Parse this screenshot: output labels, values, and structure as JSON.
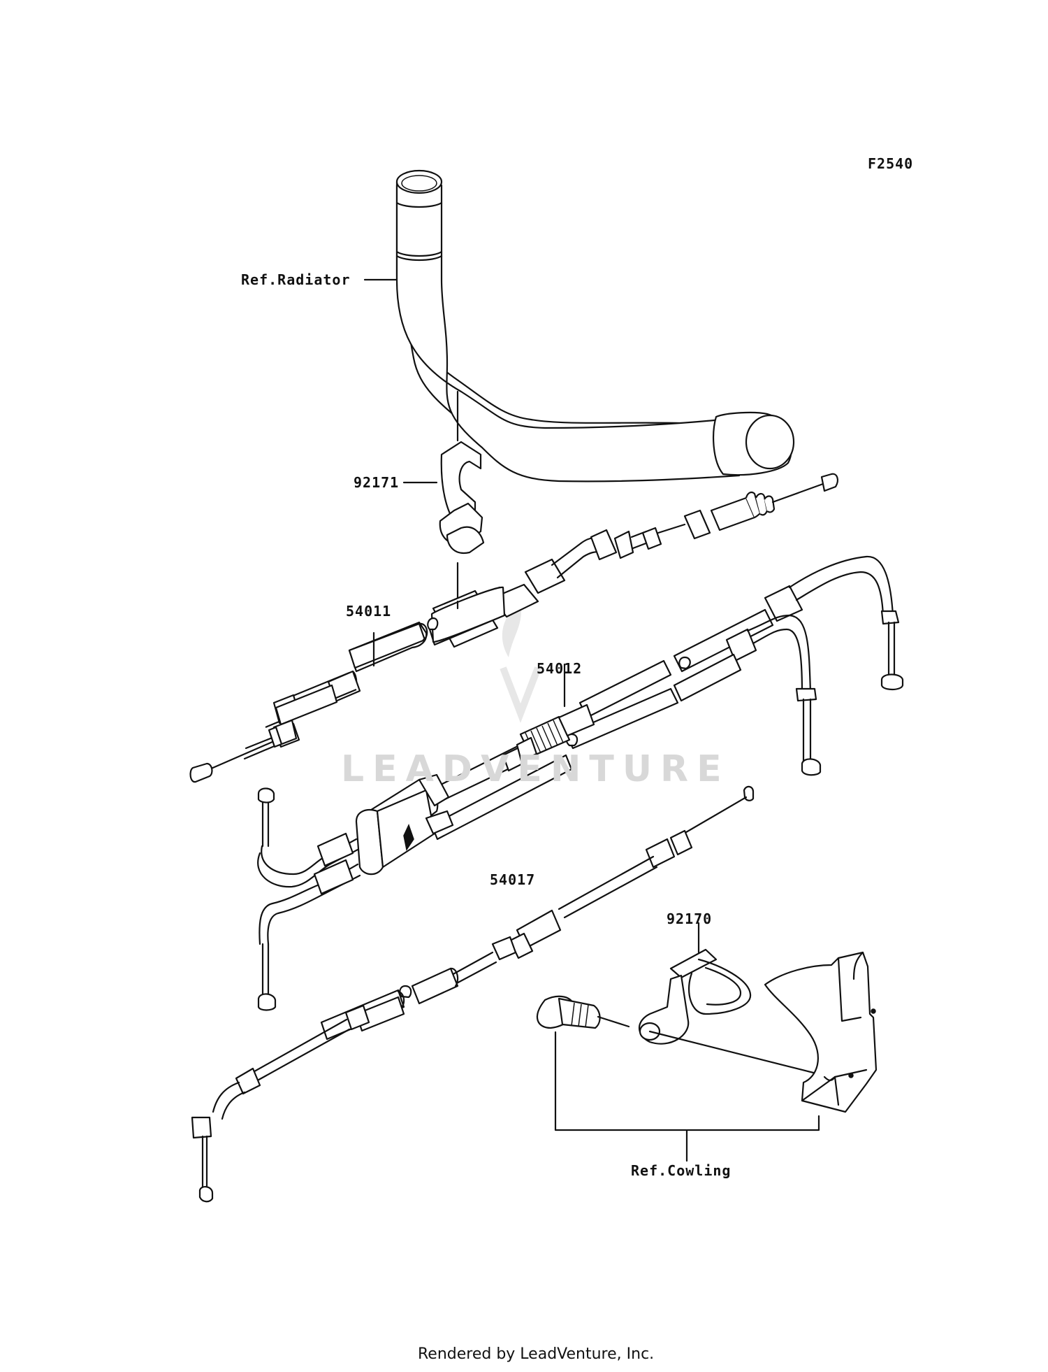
{
  "diagram": {
    "code": "F2540",
    "watermark": "LEADVENTURE",
    "footer": "Rendered by LeadVenture, Inc.",
    "callouts": {
      "radiator": "Ref.Radiator",
      "clamp_upper": "92171",
      "cable_throttle_1": "54011",
      "cable_throttle_2": "54012",
      "cable_choke": "54017",
      "clamp_lower": "92170",
      "cowling": "Ref.Cowling"
    }
  },
  "colors": {
    "line": "#111111",
    "watermark": "#d8d8d8",
    "background": "#ffffff"
  }
}
